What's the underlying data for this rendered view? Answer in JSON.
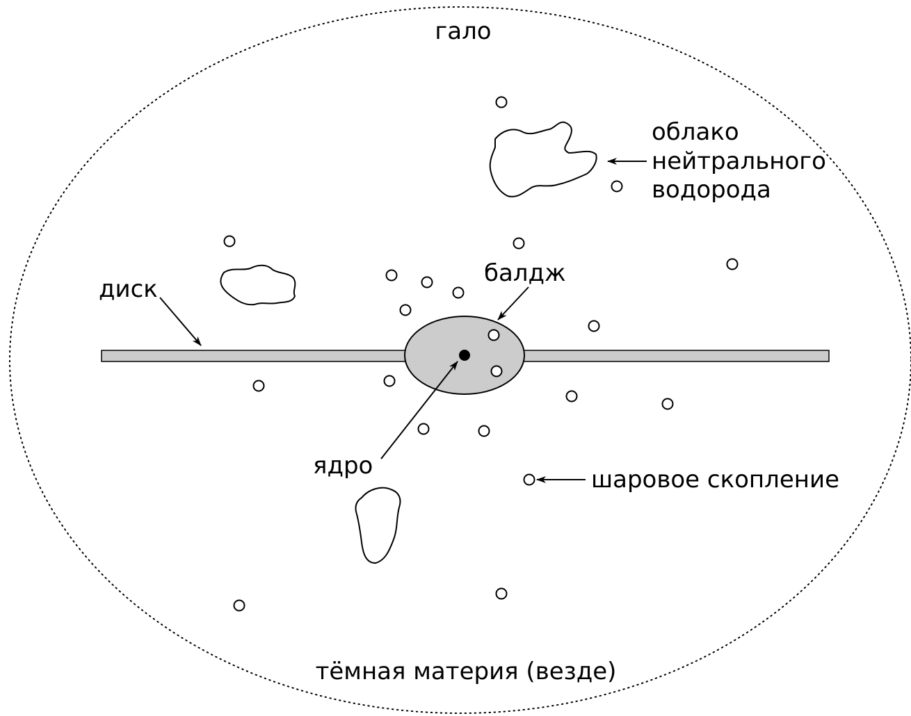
{
  "labels": {
    "halo": "гало",
    "hydrogen_cloud_line1": "облако",
    "hydrogen_cloud_line2": "нейтрального",
    "hydrogen_cloud_line3": "водорода",
    "bulge": "балдж",
    "disk": "диск",
    "nucleus": "ядро",
    "globular_cluster": "шаровое скопление",
    "dark_matter": "тёмная материя (везде)"
  },
  "colors": {
    "ink": "#000000",
    "fill_gray": "#cccccc",
    "background": "#ffffff"
  }
}
